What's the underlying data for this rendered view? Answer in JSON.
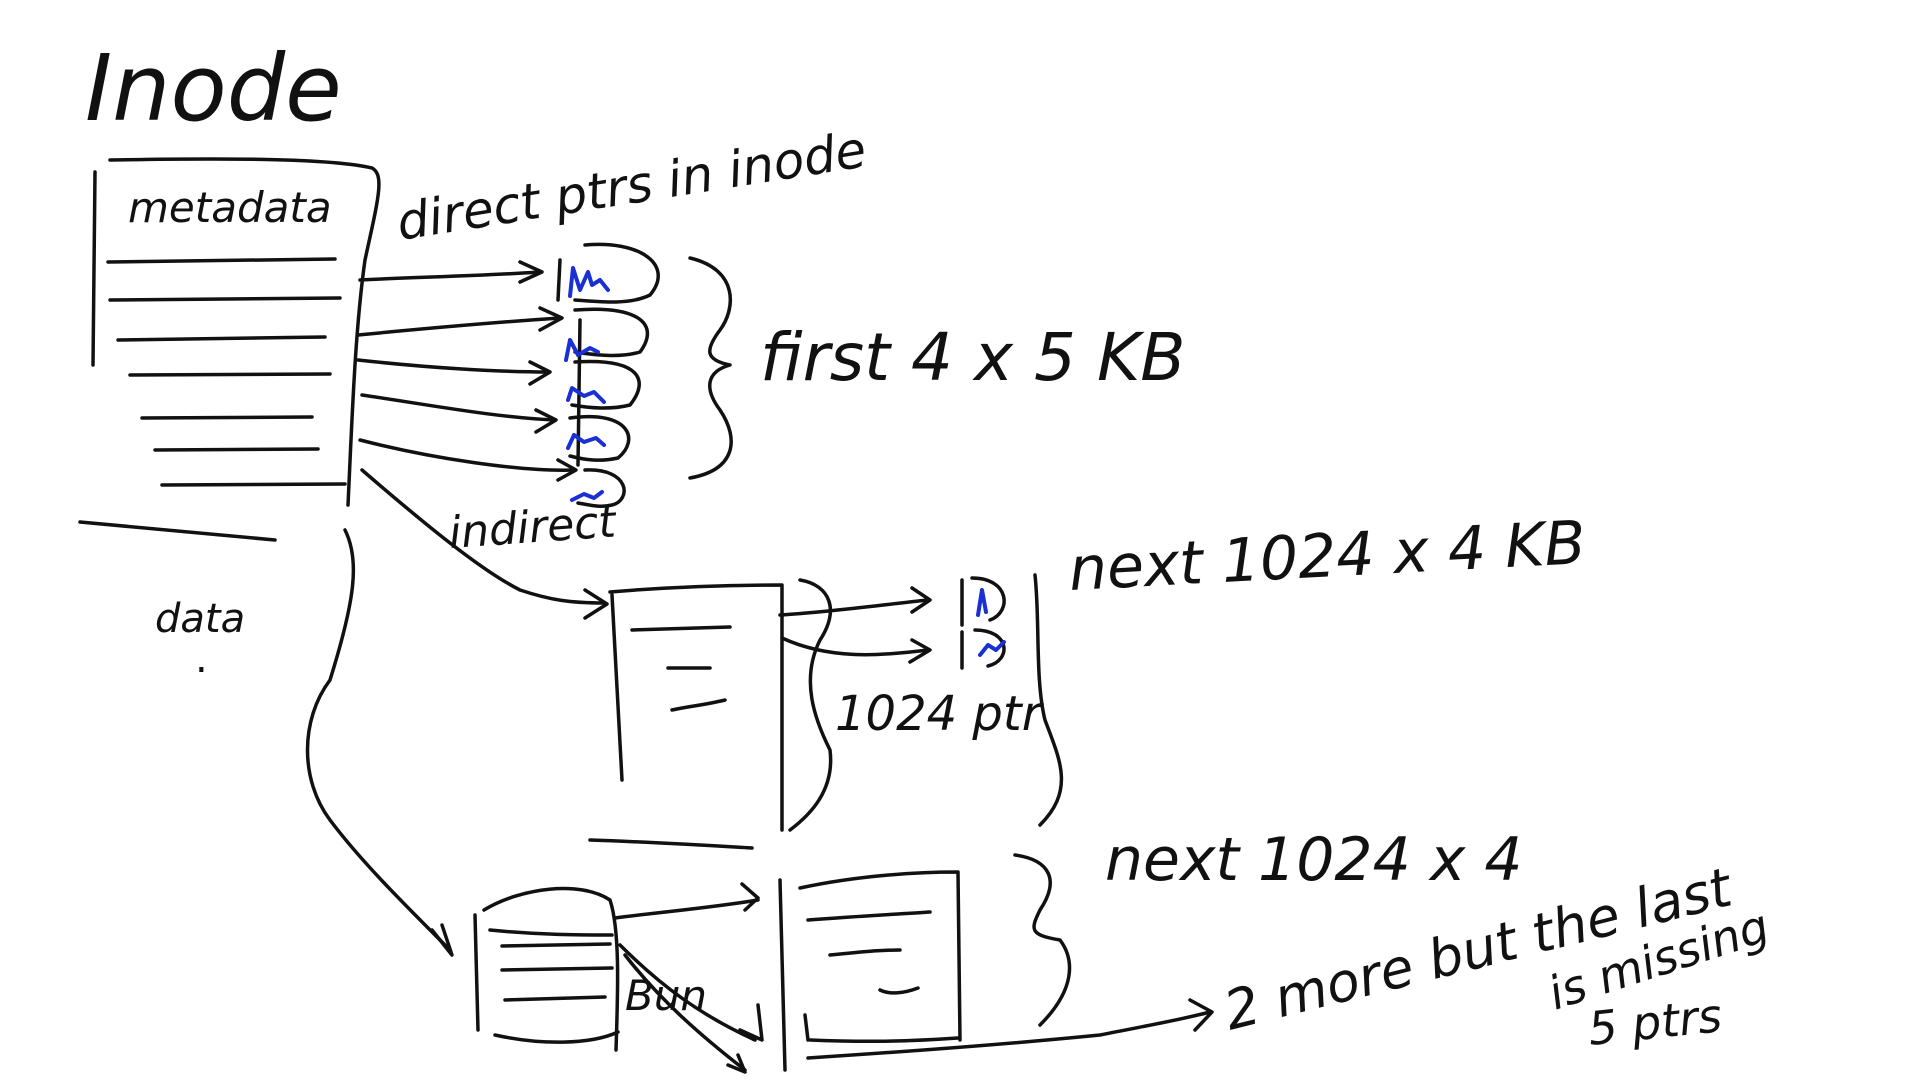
{
  "title": "Inode",
  "labels": {
    "metadata": "metadata",
    "direct_ptrs": "direct ptrs in inode",
    "first": "first 4 x 5 KB",
    "indirect": "indirect",
    "next_1024": "next 1024 x 4 KB",
    "ptrs_1024": "1024 ptr",
    "next_1024_squared": "next 1024 x 4",
    "data": "data",
    "dots": ".",
    "two_more": "2 more but the last",
    "is_missing": "is missing",
    "five_ptrs": "5 ptrs",
    "bun": "Bun"
  },
  "colors": {
    "ink": "#111111",
    "blue_ink": "#1a2fd4",
    "background": "#ffffff"
  }
}
